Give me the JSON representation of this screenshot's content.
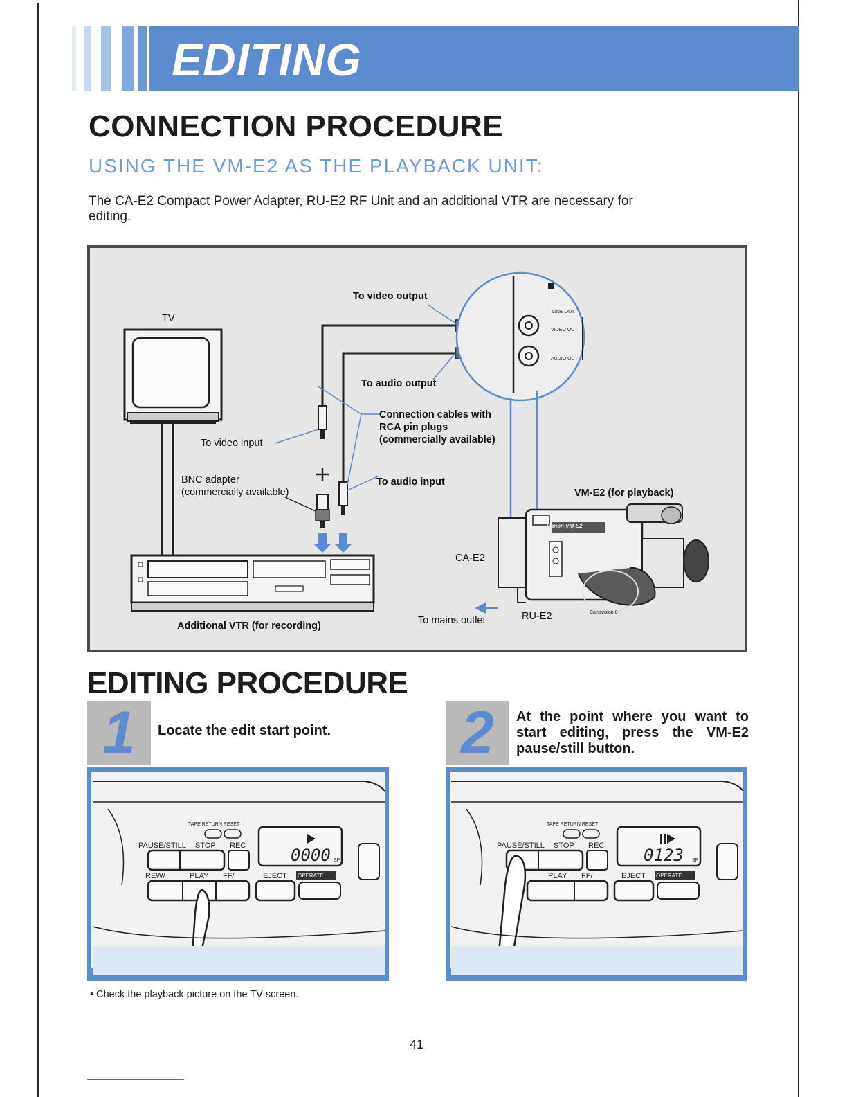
{
  "header": {
    "section_title": "EDITING"
  },
  "connection": {
    "heading": "CONNECTION PROCEDURE",
    "subheading": "USING THE VM-E2 AS THE PLAYBACK UNIT:",
    "intro": "The CA-E2 Compact Power Adapter, RU-E2 RF Unit and an additional VTR are necessary for editing."
  },
  "diagram": {
    "tv": "TV",
    "to_video_output": "To video output",
    "to_audio_output": "To audio output",
    "cables_line1": "Connection cables with",
    "cables_line2": "RCA pin plugs",
    "cables_line3": "(commercially available)",
    "to_video_input": "To video input",
    "bnc_line1": "BNC adapter",
    "bnc_line2": "(commercially available)",
    "to_audio_input": "To audio input",
    "vm_e2": "VM-E2 (for playback)",
    "ca_e2": "CA-E2",
    "ru_e2": "RU-E2",
    "additional_vtr": "Additional VTR (for recording)",
    "to_mains": "To mains outlet",
    "jack_line_out": "LINE OUT",
    "jack_video_out": "VIDEO OUT",
    "jack_audio_out": "AUDIO OUT",
    "camera_brand": "Canon VM-E2",
    "camera_badge": "Canovision 8"
  },
  "editing": {
    "heading": "EDITING PROCEDURE",
    "steps": [
      {
        "number": "1",
        "text": "Locate the edit start point."
      },
      {
        "number": "2",
        "text": "At the point where you want to start editing, press the VM-E2 pause/still button."
      }
    ],
    "panel_labels": {
      "tape_return_reset": "TAPE RETURN RESET",
      "pause_still": "PAUSE/STILL",
      "stop": "STOP",
      "rec": "REC",
      "rew": "REW/",
      "play": "PLAY",
      "ff": "FF/",
      "eject": "EJECT",
      "operate": "OPERATE",
      "sp": "SP"
    },
    "counters": [
      "0000",
      "0123"
    ],
    "note": "• Check the playback picture on the TV screen."
  },
  "page_number": "41"
}
